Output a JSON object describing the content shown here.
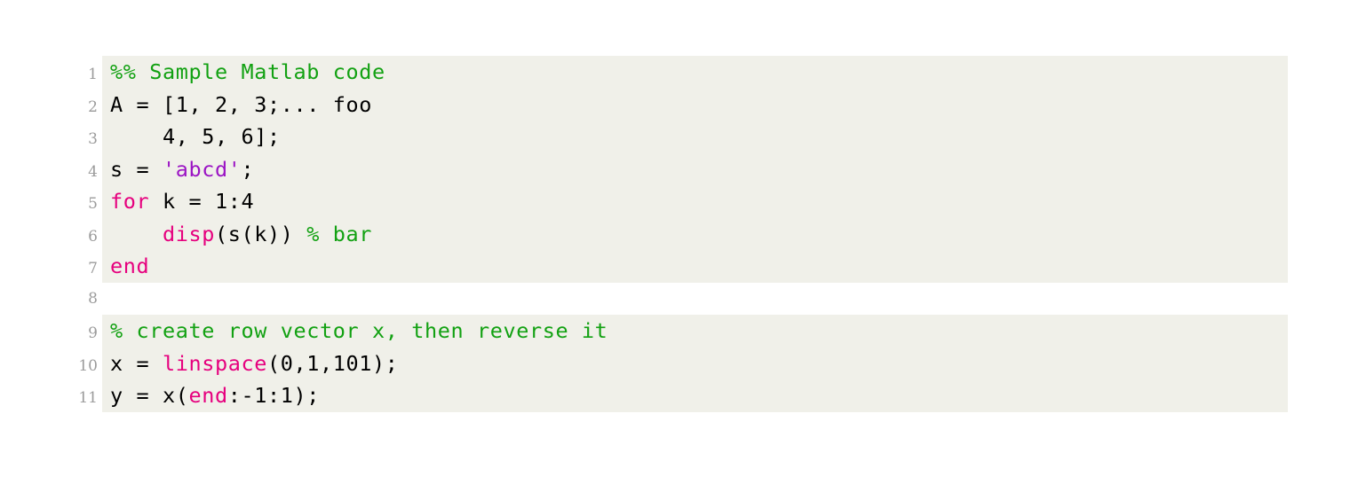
{
  "listing": {
    "language": "Matlab",
    "background_color": "#F0F0E9",
    "page_background": "#FFFFFF",
    "gutter_color": "#9B9B9B",
    "colors": {
      "comment": "#12A112",
      "keyword": "#E6007E",
      "string": "#9B14C4",
      "plain": "#000000"
    },
    "lines": [
      {
        "number": "1",
        "tokens": [
          {
            "t": "%% Sample Matlab code",
            "c": "cmt"
          }
        ]
      },
      {
        "number": "2",
        "tokens": [
          {
            "t": "A = [1, 2, 3;... foo",
            "c": "pln"
          }
        ]
      },
      {
        "number": "3",
        "tokens": [
          {
            "t": "    4, 5, 6];",
            "c": "pln"
          }
        ]
      },
      {
        "number": "4",
        "tokens": [
          {
            "t": "s = ",
            "c": "pln"
          },
          {
            "t": "'abcd'",
            "c": "str"
          },
          {
            "t": ";",
            "c": "pln"
          }
        ]
      },
      {
        "number": "5",
        "tokens": [
          {
            "t": "for",
            "c": "kw"
          },
          {
            "t": " k = 1:4",
            "c": "pln"
          }
        ]
      },
      {
        "number": "6",
        "tokens": [
          {
            "t": "    ",
            "c": "pln"
          },
          {
            "t": "disp",
            "c": "kw"
          },
          {
            "t": "(s(k)) ",
            "c": "pln"
          },
          {
            "t": "% bar",
            "c": "cmt"
          }
        ]
      },
      {
        "number": "7",
        "tokens": [
          {
            "t": "end",
            "c": "kw"
          }
        ]
      },
      {
        "number": "8",
        "tokens": [
          {
            "t": "",
            "c": "pln"
          }
        ]
      },
      {
        "number": "9",
        "tokens": [
          {
            "t": "% create row vector x, then reverse it",
            "c": "cmt"
          }
        ]
      },
      {
        "number": "10",
        "tokens": [
          {
            "t": "x = ",
            "c": "pln"
          },
          {
            "t": "linspace",
            "c": "kw"
          },
          {
            "t": "(0,1,101);",
            "c": "pln"
          }
        ]
      },
      {
        "number": "11",
        "tokens": [
          {
            "t": "y = x(",
            "c": "pln"
          },
          {
            "t": "end",
            "c": "kw"
          },
          {
            "t": ":-1:1);",
            "c": "pln"
          }
        ]
      }
    ]
  }
}
